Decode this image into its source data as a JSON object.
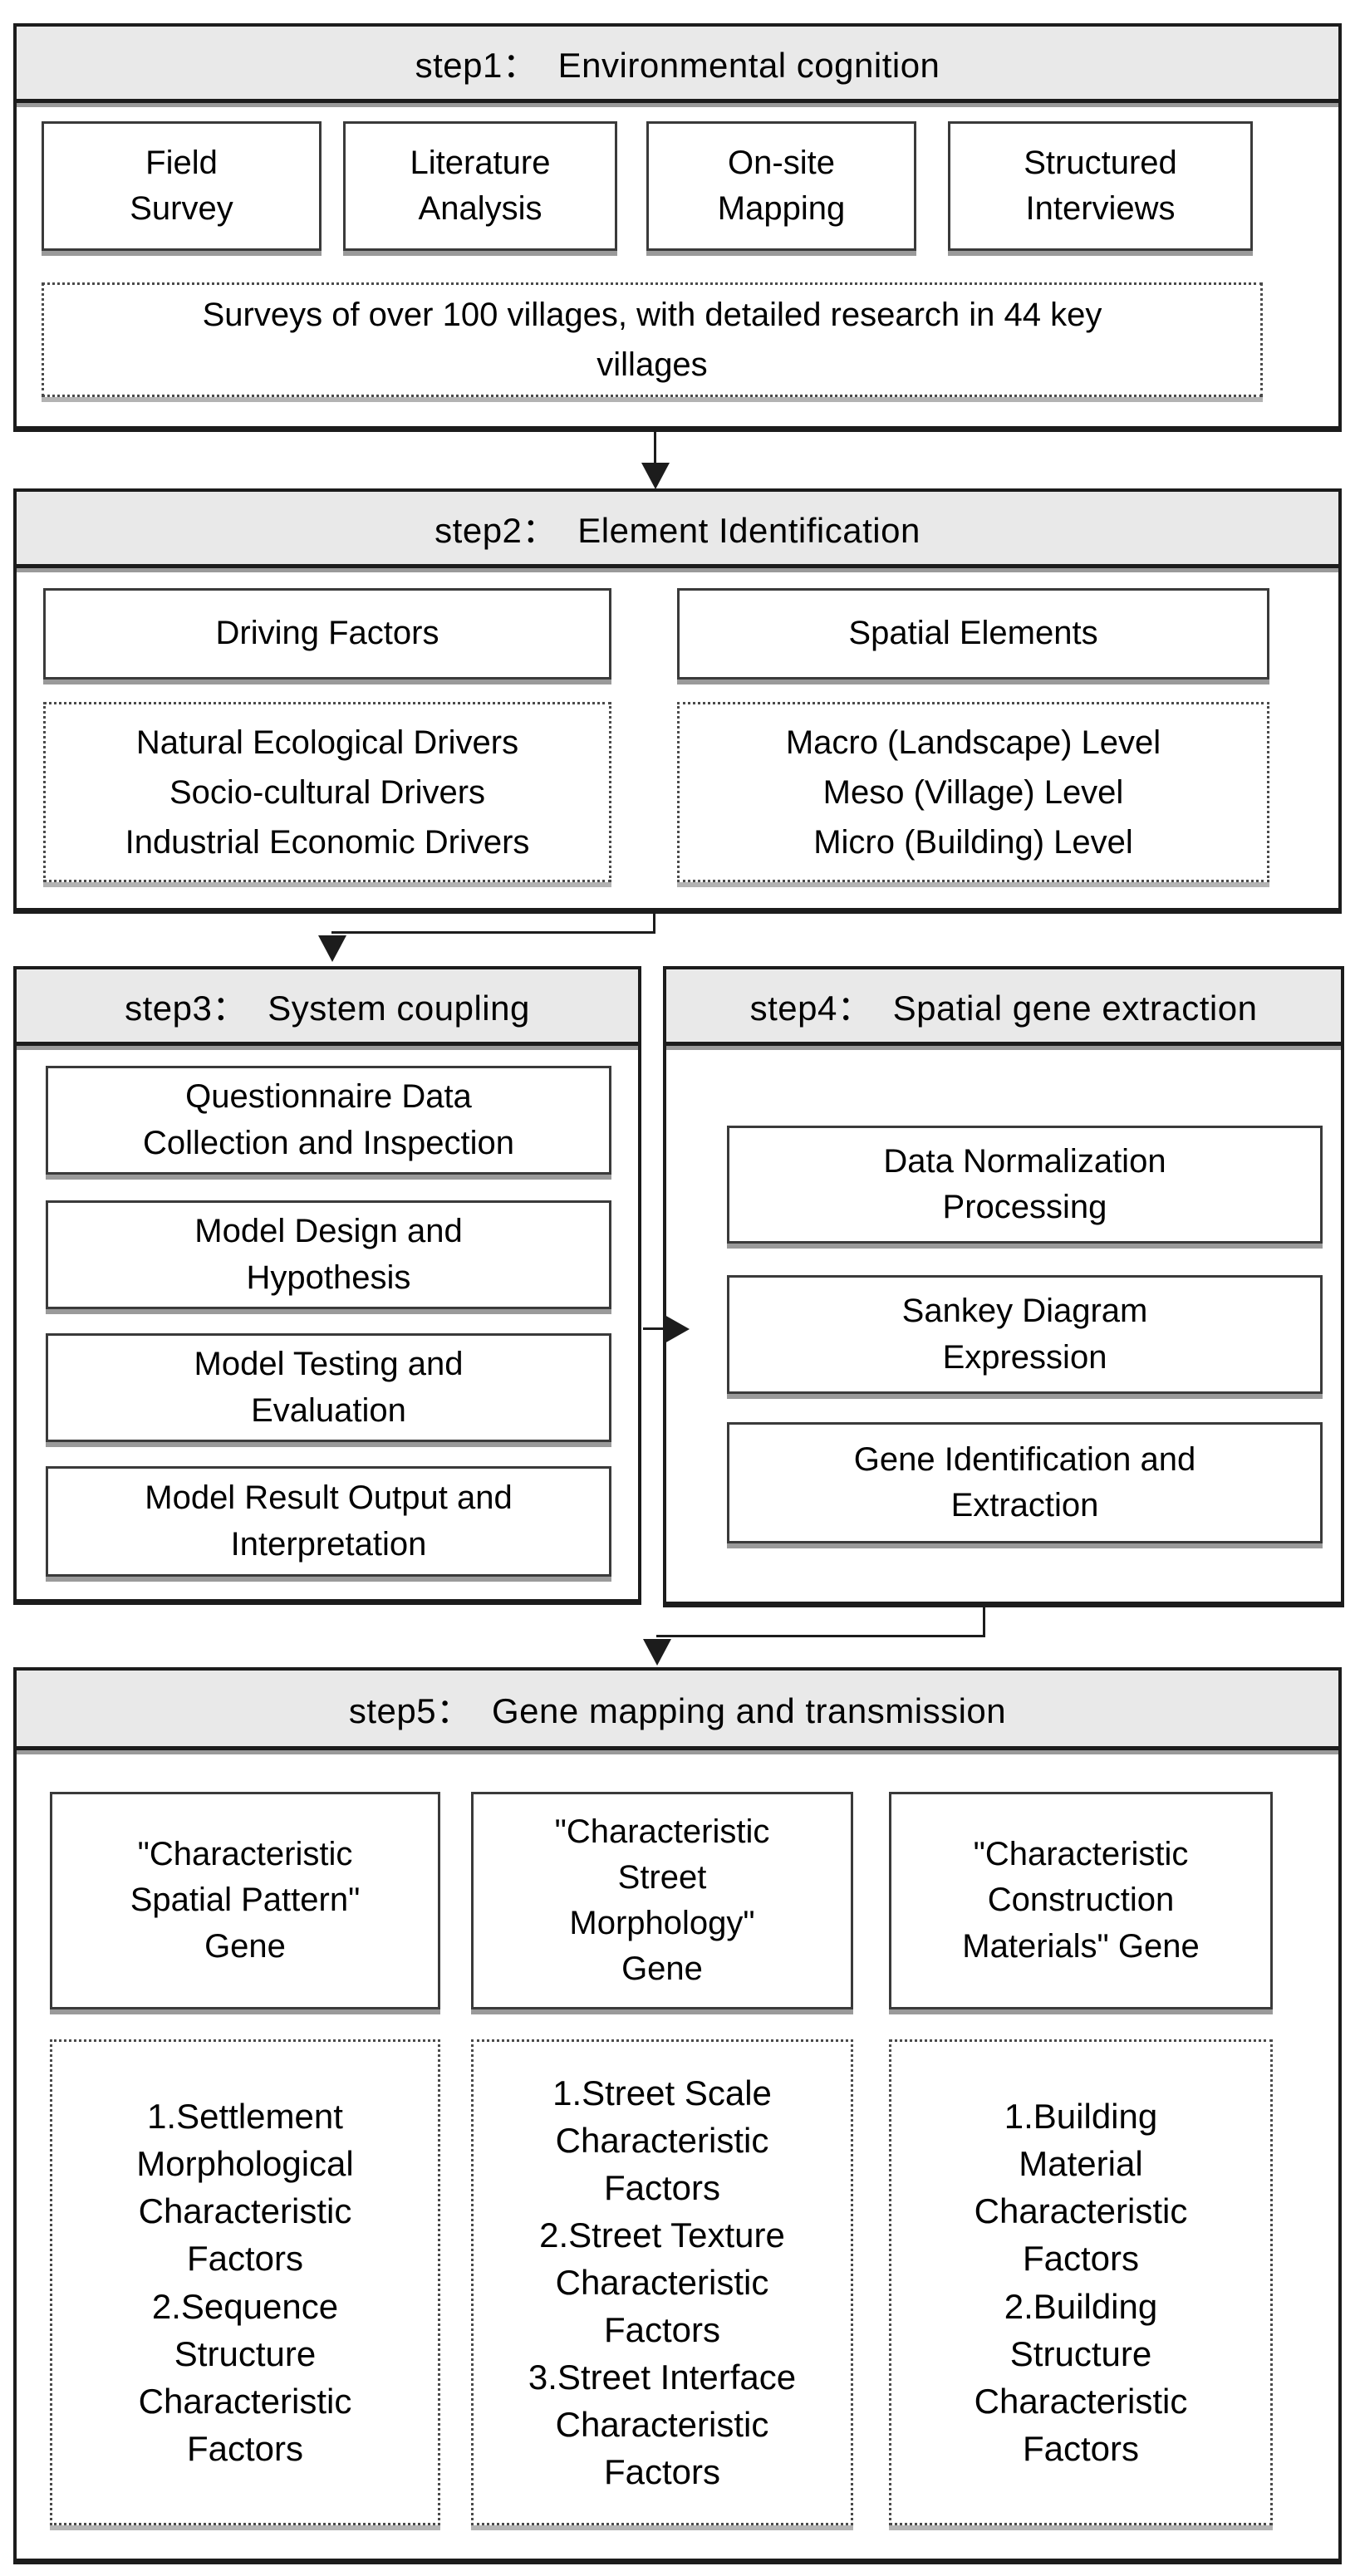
{
  "colors": {
    "bg": "#ffffff",
    "border": "#1c1c1c",
    "header_bg": "#e9e9e9",
    "shadow": "#9a9a9a",
    "dotted": "#4a4a4a",
    "text": "#000000"
  },
  "icons": {
    "arrow-down": "css-triangle-down",
    "arrow-right": "css-triangle-right"
  },
  "steps": {
    "step1": {
      "title": "step1：  Environmental cognition",
      "boxes": [
        "Field\nSurvey",
        "Literature\nAnalysis",
        "On-site\nMapping",
        "Structured\nInterviews"
      ],
      "note": "Surveys of over 100 villages, with detailed research in 44 key\nvillages"
    },
    "step2": {
      "title": "step2：  Element Identification",
      "columns": [
        {
          "header": "Driving Factors",
          "items": [
            "Natural Ecological Drivers",
            "Socio-cultural Drivers",
            "Industrial Economic Drivers"
          ]
        },
        {
          "header": "Spatial Elements",
          "items": [
            "Macro (Landscape) Level",
            "Meso (Village) Level",
            "Micro (Building) Level"
          ]
        }
      ]
    },
    "step3": {
      "title": "step3：  System coupling",
      "boxes": [
        "Questionnaire Data\nCollection and Inspection",
        "Model Design and\nHypothesis",
        "Model Testing and\nEvaluation",
        "Model Result Output and\nInterpretation"
      ]
    },
    "step4": {
      "title": "step4：  Spatial gene extraction",
      "boxes": [
        "Data Normalization\nProcessing",
        "Sankey Diagram\nExpression",
        "Gene Identification and\nExtraction"
      ]
    },
    "step5": {
      "title": "step5：  Gene mapping and transmission",
      "genes": [
        {
          "box": "\"Characteristic\nSpatial Pattern\"\nGene",
          "factors": [
            "1.Settlement\nMorphological\nCharacteristic\nFactors",
            "2.Sequence\nStructure\nCharacteristic\nFactors"
          ]
        },
        {
          "box": "\"Characteristic\nStreet\nMorphology\"\nGene",
          "factors": [
            "1.Street Scale\nCharacteristic\nFactors",
            "2.Street Texture\nCharacteristic\nFactors",
            "3.Street Interface\nCharacteristic\nFactors"
          ]
        },
        {
          "box": "\"Characteristic\nConstruction\nMaterials\" Gene",
          "factors": [
            "1.Building\nMaterial\nCharacteristic\nFactors",
            "2.Building\nStructure\nCharacteristic\nFactors"
          ]
        }
      ]
    }
  }
}
